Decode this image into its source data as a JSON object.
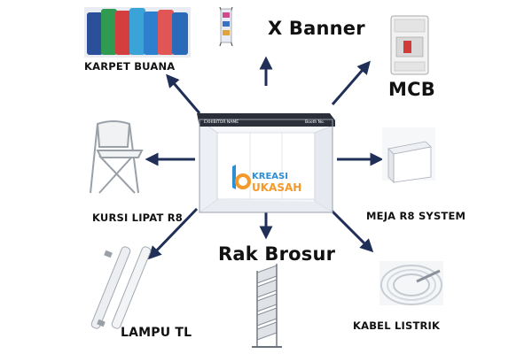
{
  "center": {
    "name": "Booth",
    "header_left": "EXHIBITOR NAME",
    "header_right": "Booth No.",
    "logo_top": "KREASI",
    "logo_bottom": "UKASAH",
    "logo_colors": {
      "blue": "#2d8fd3",
      "orange": "#f39a2b"
    }
  },
  "items": {
    "karpet": "KARPET BUANA",
    "xbanner": "X Banner",
    "mcb": "MCB",
    "kursi": "KURSI LIPAT R8",
    "meja": "MEJA R8 SYSTEM",
    "rak": "Rak Brosur",
    "lampu": "LAMPU TL",
    "kabel": "KABEL LISTRIK"
  },
  "arrow_color": "#1f2f57"
}
